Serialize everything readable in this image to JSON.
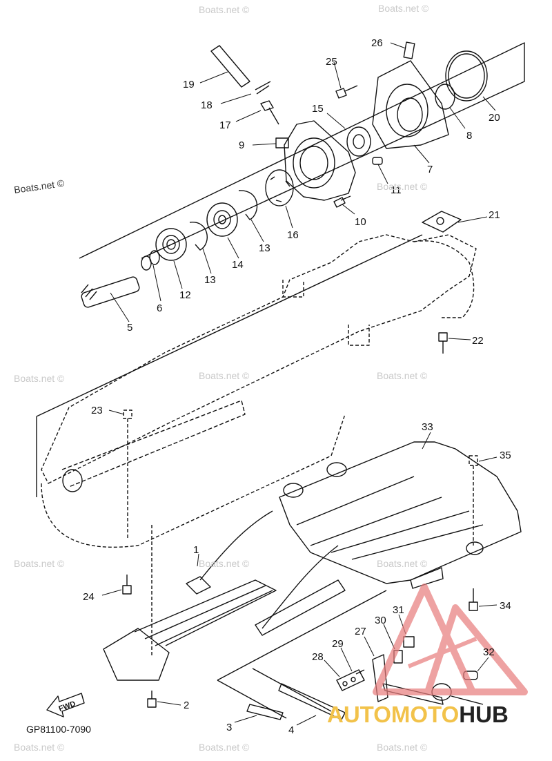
{
  "diagram": {
    "part_code": "GP81100-7090",
    "fwd_label": "FWD",
    "watermark_text": "Boats.net ©",
    "callouts": [
      "1",
      "2",
      "3",
      "4",
      "5",
      "6",
      "7",
      "8",
      "9",
      "10",
      "11",
      "12",
      "13",
      "13",
      "14",
      "15",
      "16",
      "17",
      "18",
      "19",
      "20",
      "21",
      "22",
      "23",
      "24",
      "25",
      "26",
      "27",
      "28",
      "29",
      "30",
      "31",
      "32",
      "33",
      "34",
      "35"
    ]
  },
  "logo": {
    "brand_part_1": "AUTOMOTO",
    "brand_part_2": "HUB",
    "color_primary": "#f2c24a",
    "color_secondary": "#222222",
    "triangle_color": "#e87c7c"
  }
}
